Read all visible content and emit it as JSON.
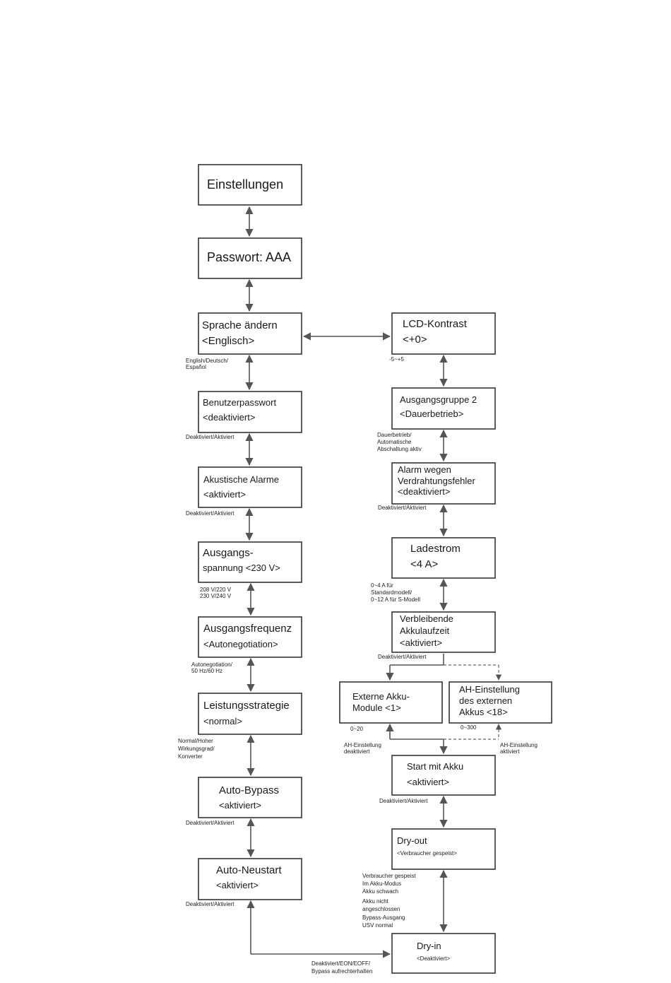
{
  "nodes": {
    "settings": [
      "Einstellungen"
    ],
    "password": [
      "Passwort: AAA"
    ],
    "language": [
      "Sprache ändern",
      "<Englisch>"
    ],
    "user_password": [
      "Benutzerpasswort",
      "<deaktiviert>"
    ],
    "acoustic_alarms": [
      "Akustische Alarme",
      "<aktiviert>"
    ],
    "output_voltage": [
      "Ausgangs-",
      "spannung <230 V>"
    ],
    "output_frequency": [
      "Ausgangsfrequenz",
      "<Autonegotiation>"
    ],
    "power_strategy": [
      "Leistungsstrategie",
      "<normal>"
    ],
    "auto_bypass": [
      "Auto-Bypass",
      "<aktiviert>"
    ],
    "auto_restart": [
      "Auto-Neustart",
      "<aktiviert>"
    ],
    "lcd_contrast": [
      "LCD-Kontrast",
      "<+0>"
    ],
    "output_group2": [
      "Ausgangsgruppe 2",
      "<Dauerbetrieb>"
    ],
    "wiring_alarm": [
      "Alarm wegen",
      "Verdrahtungsfehler",
      "<deaktiviert>"
    ],
    "charge_current": [
      "Ladestrom",
      "<4 A>"
    ],
    "remaining_runtime": [
      "Verbleibende",
      "Akkulaufzeit",
      "<aktiviert>"
    ],
    "ext_battery_modules": [
      "Externe Akku-",
      "Module <1>"
    ],
    "ah_setting": [
      "AH-Einstellung",
      "des externen",
      "Akkus <18>"
    ],
    "battery_start": [
      "Start mit Akku",
      "<aktiviert>"
    ],
    "dry_out": [
      "Dry-out",
      "<Verbraucher gespeist>"
    ],
    "dry_in": [
      "Dry-in",
      "<Deaktiviert>"
    ]
  },
  "notes": {
    "language_opts": [
      "English/Deutsch/",
      "Español"
    ],
    "user_password_opts": [
      "Deaktiviert/Aktiviert"
    ],
    "acoustic_opts": [
      "Deaktiviert/Aktiviert"
    ],
    "voltage_opts": [
      "208 V/220 V",
      "230 V/240 V"
    ],
    "frequency_opts": [
      "Autonegotiation/",
      "50 Hz/60 Hz"
    ],
    "strategy_opts": [
      "Normal/Hoher",
      "Wirkungsgrad/",
      "Konverter"
    ],
    "bypass_opts": [
      "Deaktiviert/Aktiviert"
    ],
    "restart_opts": [
      "Deaktiviert/Aktiviert"
    ],
    "contrast_range": [
      "-5~+5"
    ],
    "group2_opts": [
      "Dauerbetrieb/",
      "Automatische",
      "Abschaltung aktiv"
    ],
    "wiring_opts": [
      "Deaktiviert/Aktiviert"
    ],
    "charge_opts": [
      "0~4 A für",
      "Standardmodell/",
      "0~12 A für S-Modell"
    ],
    "runtime_opts": [
      "Deaktiviert/Aktiviert"
    ],
    "modules_range": [
      "0~20"
    ],
    "ah_range": [
      "0~300"
    ],
    "ah_disabled": [
      "AH-Einstellung",
      "deaktiviert"
    ],
    "ah_enabled": [
      "AH-Einstellung",
      "aktiviert"
    ],
    "battery_start_opts": [
      "Deaktiviert/Aktiviert"
    ],
    "dry_out_opts": [
      "Verbraucher gespeist",
      "Im Akku-Modus",
      "Akku schwach",
      "Akku nicht",
      "angeschlossen",
      "Bypass-Ausgang",
      "USV normal"
    ],
    "dry_in_opts": [
      "Deaktiviert/EON/EOFF/",
      "Bypass aufrechterhalten"
    ]
  }
}
